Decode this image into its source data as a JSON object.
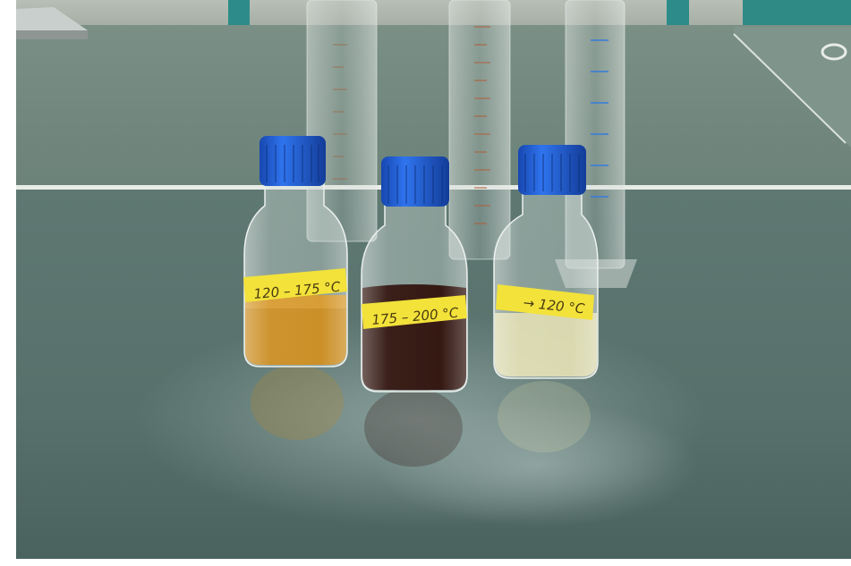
{
  "photo": {
    "bottles": [
      {
        "label": "120 – 175 °C",
        "liquid_color": "#c98a1c"
      },
      {
        "label": "175 – 200 °C",
        "liquid_color": "#2a0c06"
      },
      {
        "label": "→ 120 °C",
        "liquid_color": "#e6e2b0"
      }
    ],
    "colors": {
      "bench_top": "#5c7670",
      "cap": "#1e5fd8",
      "label_tape": "#f2e23a"
    }
  }
}
